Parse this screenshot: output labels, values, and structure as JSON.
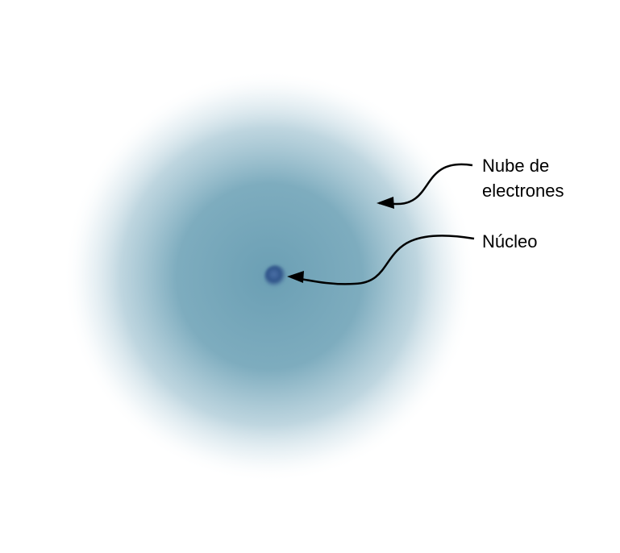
{
  "labels": {
    "cloud": [
      "Nube de",
      "electrones"
    ],
    "nucleus": "Núcleo"
  },
  "colors": {
    "cloud_core": "#6a9fb5",
    "cloud_edge": "#ffffff",
    "nucleus": "#2f5a8c",
    "arrow": "#000000",
    "background": "#ffffff"
  }
}
